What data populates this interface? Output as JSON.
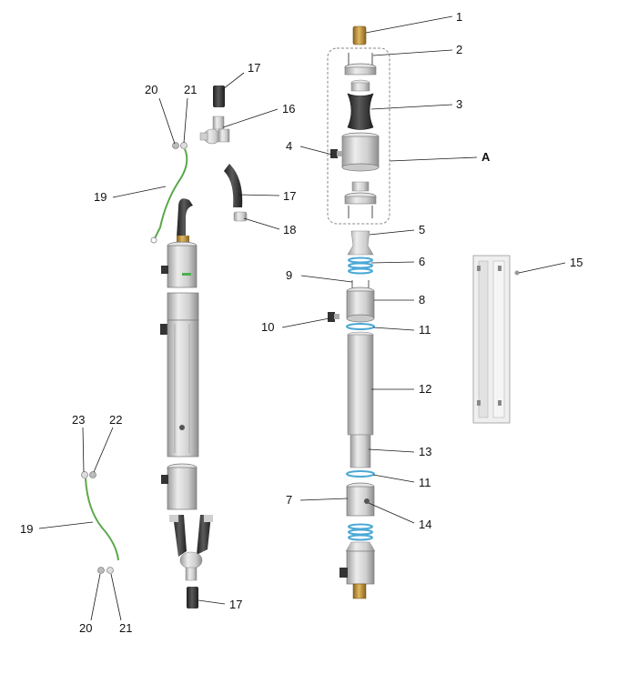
{
  "callouts": {
    "n1": "1",
    "n2": "2",
    "n3": "3",
    "n4": "4",
    "A": "A",
    "n5": "5",
    "n6": "6",
    "n9": "9",
    "n8": "8",
    "n10": "10",
    "n11a": "11",
    "n12": "12",
    "n13": "13",
    "n11b": "11",
    "n7": "7",
    "n14": "14",
    "n15": "15",
    "n17a": "17",
    "n16": "16",
    "n17b": "17",
    "n18": "18",
    "n20a": "20",
    "n21a": "21",
    "n19a": "19",
    "n23": "23",
    "n22": "22",
    "n19b": "19",
    "n20b": "20",
    "n21b": "21",
    "n17c": "17"
  },
  "colors": {
    "line": "#1a1a1a",
    "part_light": "#dcdcdc",
    "part_mid": "#bdbdbd",
    "part_dark": "#3a3a3a",
    "brass": "#c79a38",
    "ring_blue": "#4aa8d6",
    "wire_green": "#5aa84a",
    "group_border": "#8a8a8a"
  }
}
